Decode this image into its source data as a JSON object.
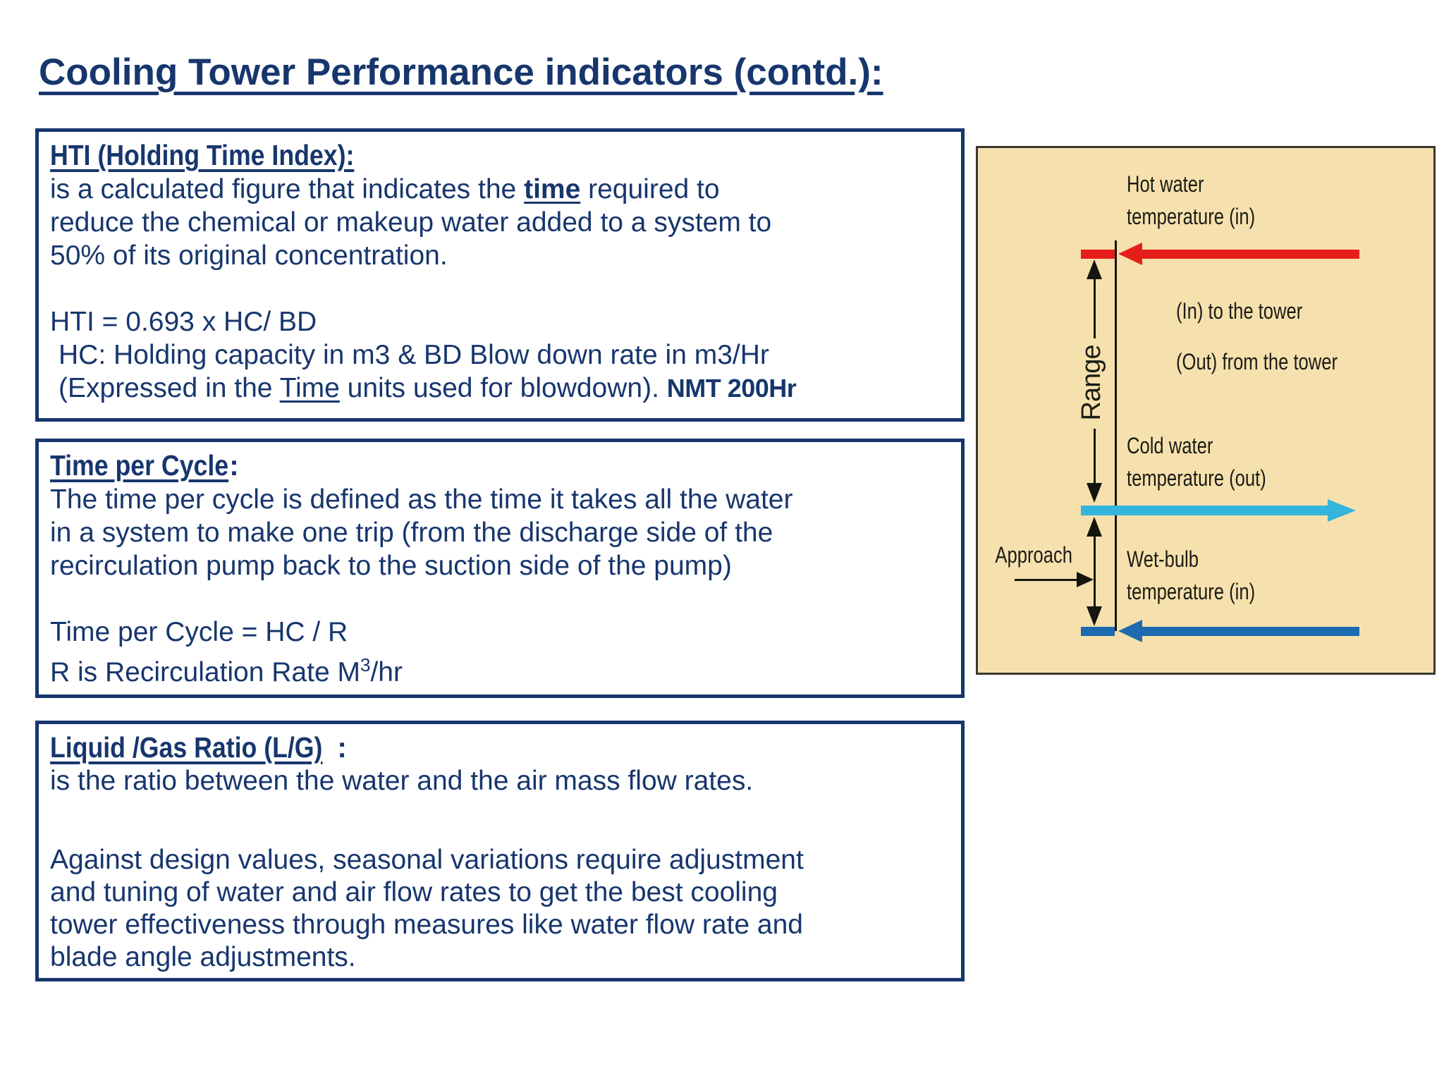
{
  "title": {
    "text": "Cooling Tower Performance indicators (contd.):"
  },
  "box1": {
    "heading": "HTI (Holding Time Index):",
    "line1_pre": "is a calculated figure that indicates the ",
    "line1_time": "time",
    "line1_post": " required to",
    "line2": "reduce the chemical or makeup water added to a system to",
    "line3": "50% of its original concentration.",
    "formula": "HTI = 0.693 x HC/ BD",
    "hc_line": "HC: Holding capacity in m3 & BD Blow down rate in m3/Hr",
    "expr_pre": "(Expressed in the ",
    "expr_time": "Time",
    "expr_post": " units used for blowdown). ",
    "nmt": "NMT 200Hr"
  },
  "box2": {
    "heading": "Time per Cycle",
    "colon": ":",
    "line1": "The time per cycle is defined as the time it takes all the water",
    "line2": "in a system to make one trip (from the discharge side of the",
    "line3": "recirculation pump back to the suction side of the pump)",
    "formula": "Time per Cycle = HC / R",
    "r_pre": "R is Recirculation Rate M",
    "r_sup": "3",
    "r_post": "/hr"
  },
  "box3": {
    "heading": "Liquid /Gas Ratio (L/G)",
    "colon": ":",
    "line1": "is the ratio between the water and the air mass flow rates.",
    "para2_l1": "Against design values, seasonal variations require adjustment",
    "para2_l2": "and tuning of water and air flow rates to get the best cooling",
    "para2_l3": "tower effectiveness through measures like water flow rate and",
    "para2_l4": "blade angle adjustments."
  },
  "diagram": {
    "hot_label_l1": "Hot water",
    "hot_label_l2": "temperature (in)",
    "in_tower": "(In) to the tower",
    "out_tower": "(Out) from the tower",
    "range_label": "Range",
    "cold_label_l1": "Cold water",
    "cold_label_l2": "temperature (out)",
    "approach_label": "Approach",
    "wetbulb_label_l1": "Wet-bulb",
    "wetbulb_label_l2": "temperature (in)",
    "colors": {
      "hot_water_arrow": "#e71f1b",
      "cold_water_arrow": "#35b4dc",
      "wetbulb_arrow": "#1e6ab0",
      "background": "#f6e1ae",
      "text_navy": "#17366d"
    }
  }
}
